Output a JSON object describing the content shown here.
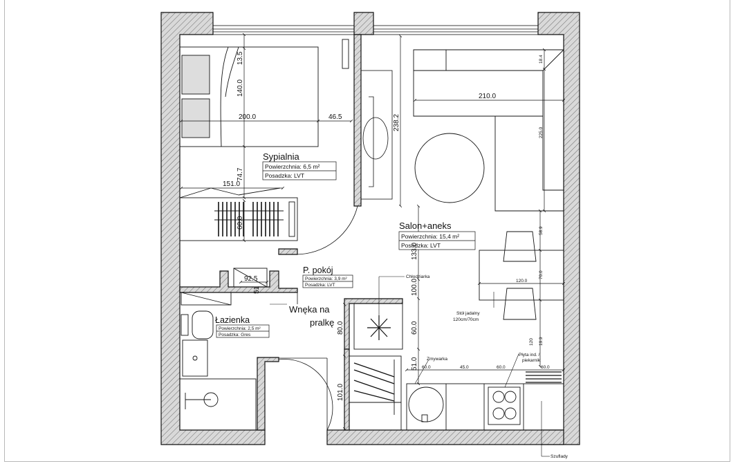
{
  "rooms": {
    "bedroom": {
      "name": "Sypialnia",
      "area": "Powierzchnia: 6,5 m²",
      "floor": "Posadzka: LVT"
    },
    "living": {
      "name": "Salon+aneks",
      "area": "Powierzchnia: 15,4 m²",
      "floor": "Posadzka: LVT"
    },
    "hall": {
      "name": "P. pokój",
      "area": "Powierzchnia: 3,9 m²",
      "floor": "Posadzka: LVT"
    },
    "bathroom": {
      "name": "Łazienka",
      "area": "Powierzchnia: 2,5 m²",
      "floor": "Posadzka: Gres"
    },
    "niche": {
      "line1": "Wnęka na",
      "line2": "pralkę"
    }
  },
  "dimensions": {
    "bed_len": "200.0",
    "bed_side": "46.5",
    "bed_width": "140.0",
    "bed_top": "13.5",
    "bed_bottom": "74.7",
    "wardrobe_w": "151.0",
    "wardrobe_d": "60.0",
    "closet_w": "92.5",
    "closet_d": "51",
    "mirror": "238.2",
    "sofa_w": "210.0",
    "sofa_top": "18.4",
    "sofa_d": "225.0",
    "living_133": "133.0",
    "living_100": "100.0",
    "fridge_60": "60.0",
    "fridge_51": "51.0",
    "niche_80": "80.0",
    "niche_101": "101.0",
    "table_w": "120.0",
    "table_70": "70.0",
    "right_589": "58.9",
    "right_120": "120",
    "right_199": "19.9",
    "kit_60a": "60.0",
    "kit_45": "45.0",
    "kit_60b": "60.0",
    "kit_60c": "60.0"
  },
  "notes": {
    "fridge": "Chłodziarka",
    "dishwasher": "Zmywarka",
    "hob": "Płyta ind. /",
    "hob2": "piekarnik",
    "table": "Stół jadalny",
    "table2": "120cm/70cm",
    "drawers": "Szuflady"
  },
  "colors": {
    "wall_fill": "#d9d9d9",
    "line": "#111111",
    "page_border": "#b8b8b8"
  }
}
